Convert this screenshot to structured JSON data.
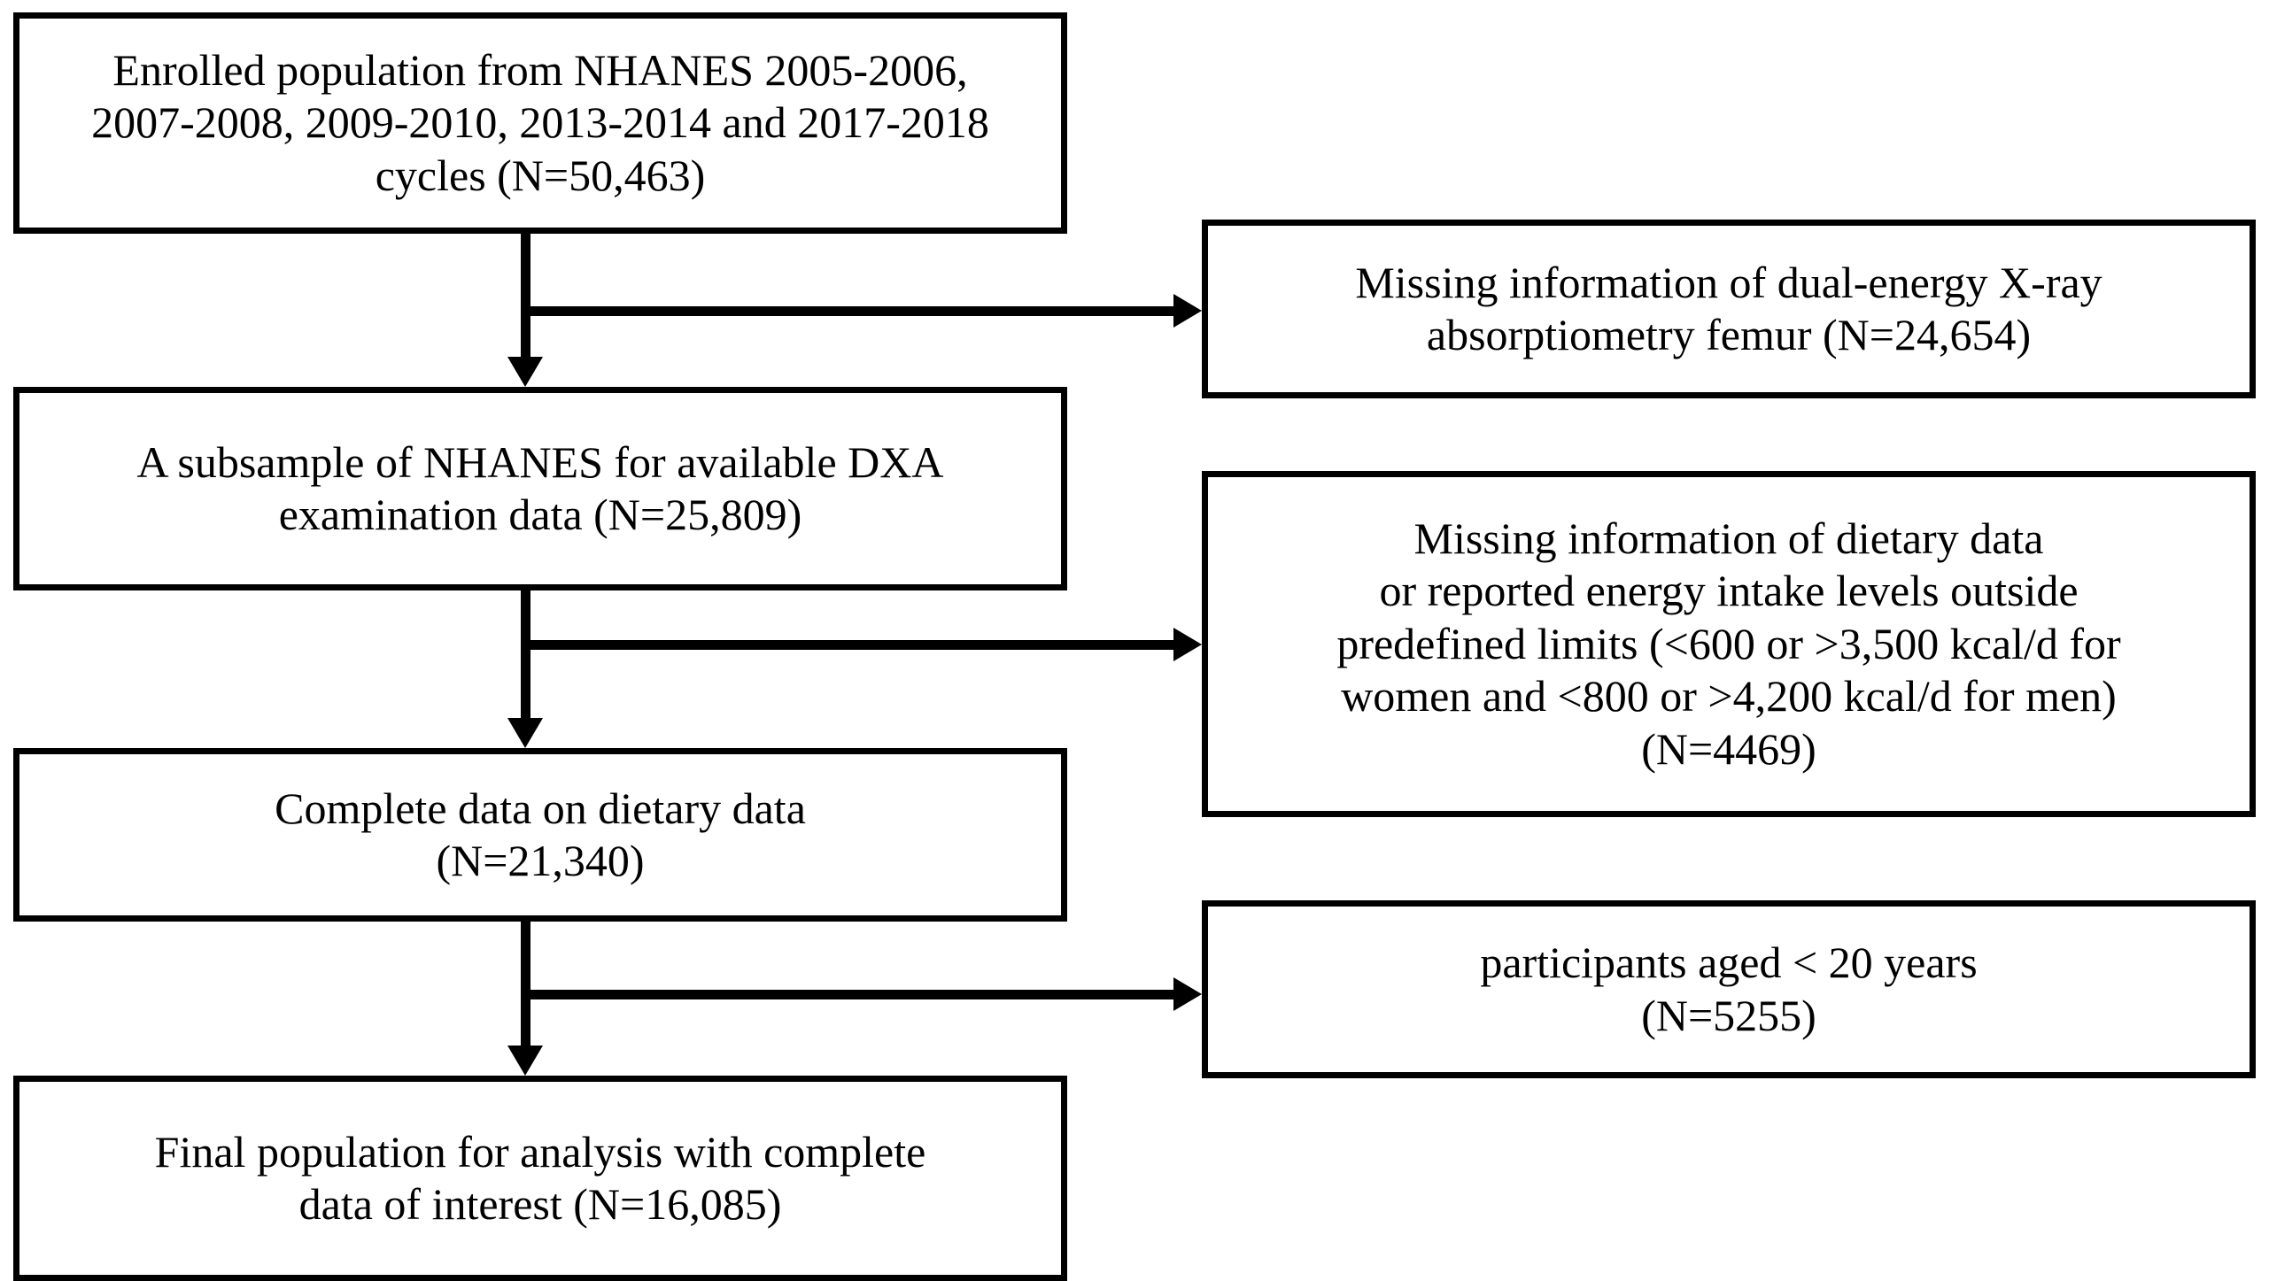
{
  "figure": {
    "kind": "study-population-flowchart",
    "colors": {
      "background": "#ffffff",
      "stroke": "#000000",
      "text": "#000000"
    }
  },
  "main_flow": {
    "nodes": [
      {
        "id": "enrolled",
        "text": "Enrolled population from NHANES 2005-2006,\n2007-2008, 2009-2010, 2013-2014 and 2017-2018\ncycles (N=50,463)",
        "n_label": "N=50,463",
        "n_value": 50463
      },
      {
        "id": "dxa-subsample",
        "text": "A subsample of NHANES for available DXA\nexamination data (N=25,809)",
        "n_label": "N=25,809",
        "n_value": 25809
      },
      {
        "id": "dietary-complete",
        "text": "Complete data on dietary data\n(N=21,340)",
        "n_label": "N=21,340",
        "n_value": 21340
      },
      {
        "id": "final-population",
        "text": "Final population for analysis with complete\ndata of interest (N=16,085)",
        "n_label": "N=16,085",
        "n_value": 16085
      }
    ]
  },
  "exclusions": {
    "nodes": [
      {
        "id": "missing-dxa",
        "text": "Missing information of dual-energy X-ray\nabsorptiometry femur (N=24,654)",
        "n_label": "N=24,654",
        "n_value": 24654
      },
      {
        "id": "missing-dietary",
        "text": "Missing information of dietary data\nor reported energy intake levels outside\npredefined limits (<600 or >3,500 kcal/d for\nwomen and <800 or >4,200 kcal/d for men)\n(N=4469)",
        "n_label": "N=4469",
        "n_value": 4469
      },
      {
        "id": "age-under-20",
        "text": "participants aged < 20 years\n(N=5255)",
        "n_label": "N=5255",
        "n_value": 5255
      }
    ]
  }
}
